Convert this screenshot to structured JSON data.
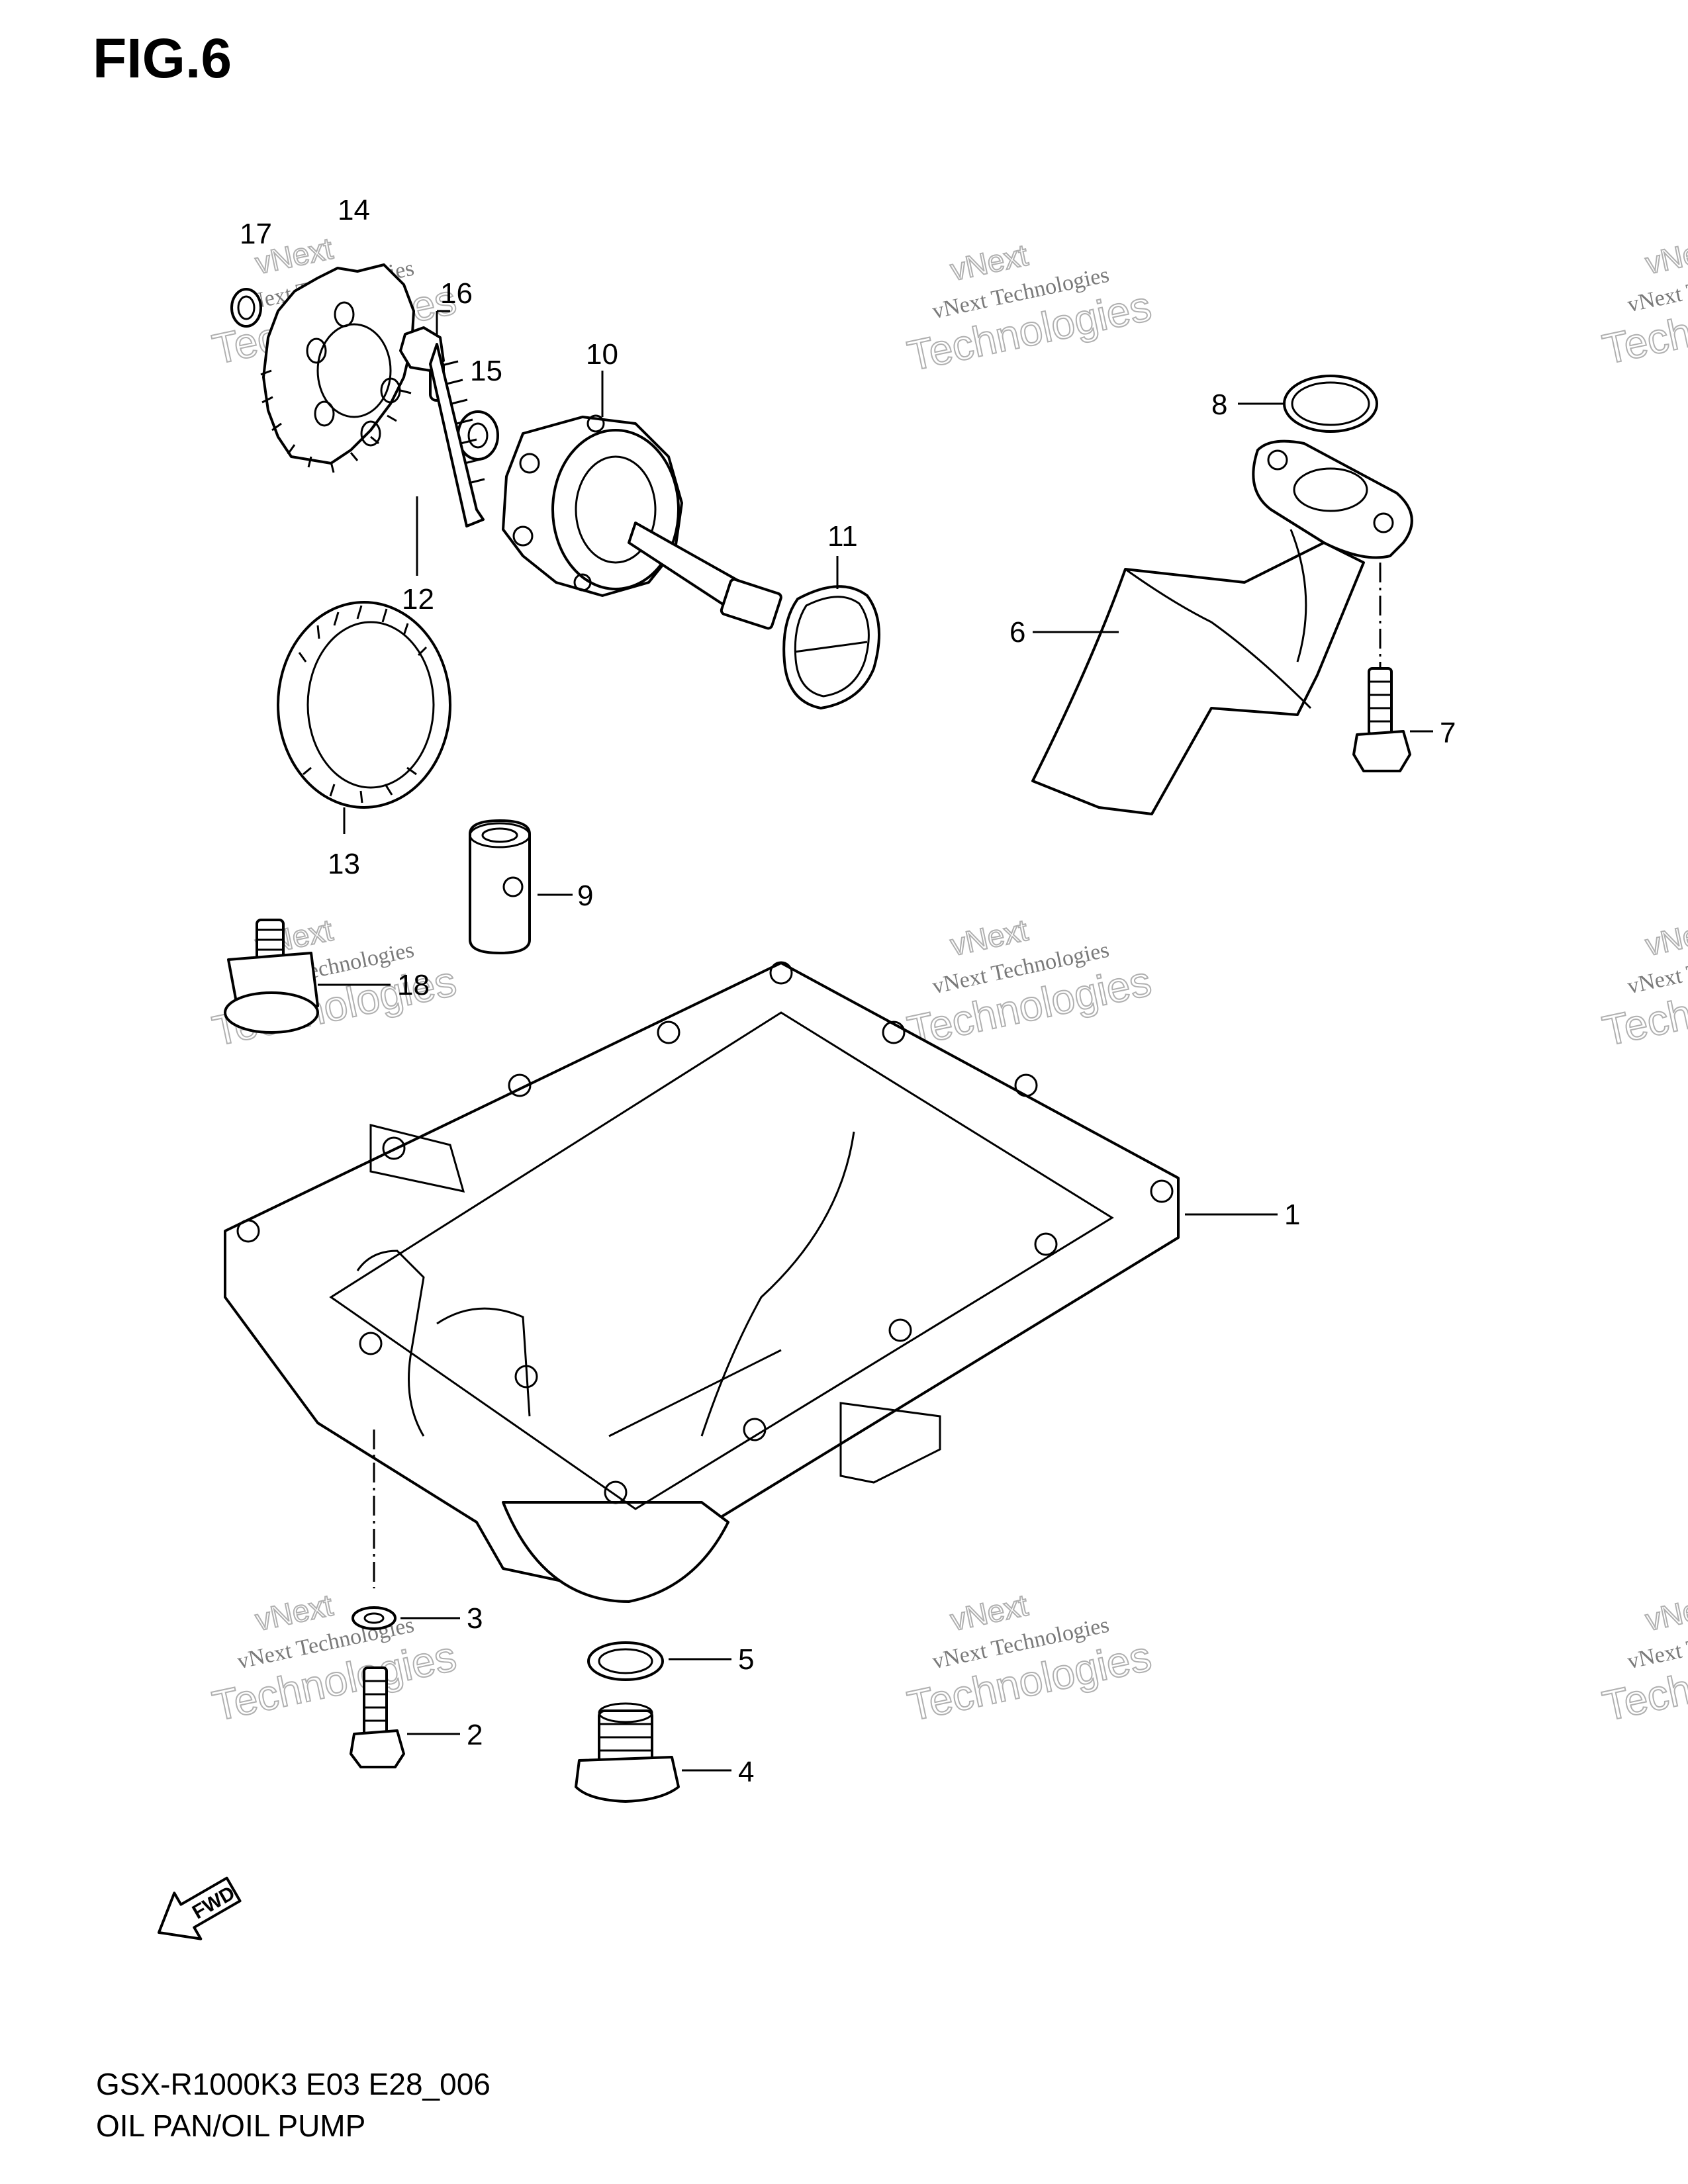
{
  "figure": {
    "title": "FIG.6",
    "model_code": "GSX-R1000K3 E03 E28_006",
    "name": "OIL PAN/OIL PUMP"
  },
  "fwd_label": "FWD",
  "watermark": {
    "line0": "vNext",
    "line1": "vNext Technologies",
    "line2": "Technologies"
  },
  "callouts": {
    "c1": "1",
    "c2": "2",
    "c3": "3",
    "c4": "4",
    "c5": "5",
    "c6": "6",
    "c7": "7",
    "c8": "8",
    "c9": "9",
    "c10": "10",
    "c11": "11",
    "c12": "12",
    "c13": "13",
    "c14": "14",
    "c15": "15",
    "c16": "16",
    "c17": "17",
    "c18": "18"
  }
}
